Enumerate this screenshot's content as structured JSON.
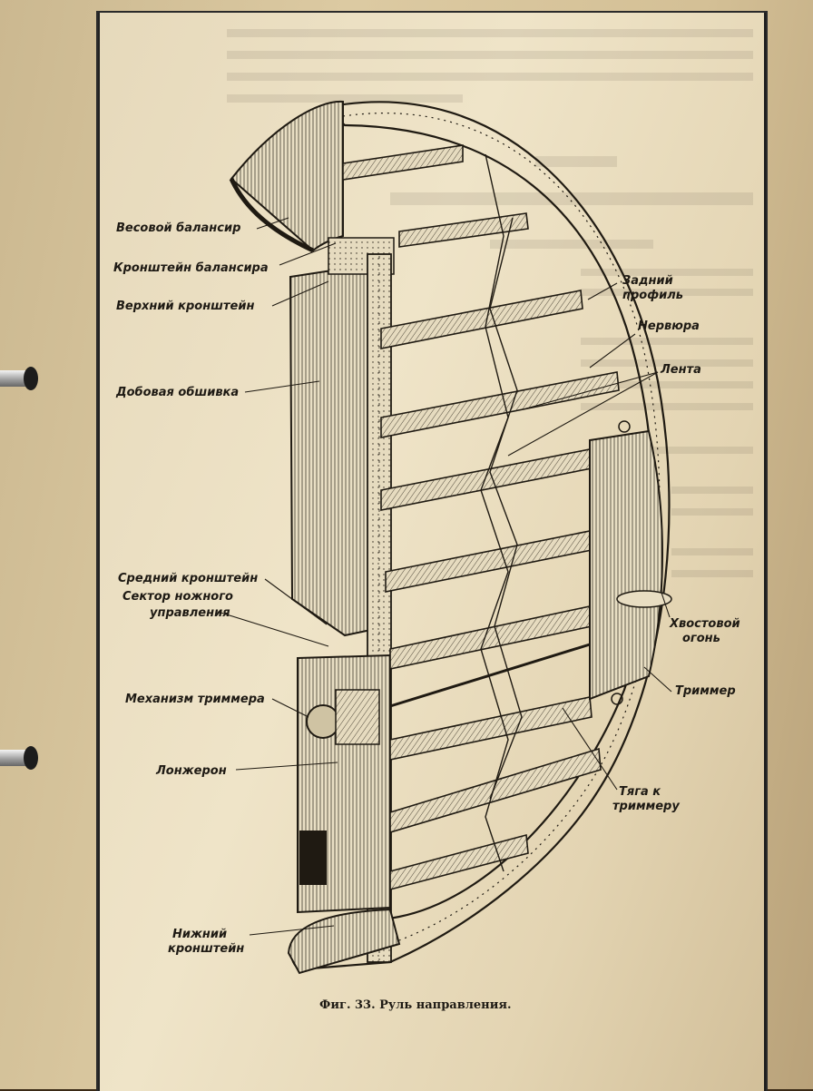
{
  "labels": {
    "vesovoy_balansir": "Весовой балансир",
    "kronshteyn_balansira": "Кронштейн балансира",
    "verkhniy_kronshteyn": "Верхний кронштейн",
    "polotnyanaya_obshivka": "Добовая обшивка",
    "sredniy_kronshteyn": "Средний кронштейн",
    "sektor_line1": "Сектор ножного",
    "sektor_line2": "управления",
    "mekhanizm_trimmera": "Механизм триммера",
    "lonzheron": "Лонжерон",
    "nizhniy_line1": "Нижний",
    "nizhniy_line2": "кронштейн",
    "zadniy_line1": "Задний",
    "zadniy_line2": "профиль",
    "nervyura": "Нервюра",
    "lenta": "Лента",
    "khvostovoy_line1": "Хвостовой",
    "khvostovoy_line2": "огонь",
    "trimmer": "Триммер",
    "tyaga_line1": "Тяга к",
    "tyaga_line2": "триммеру"
  },
  "caption": "Фиг. 33. Руль направления."
}
